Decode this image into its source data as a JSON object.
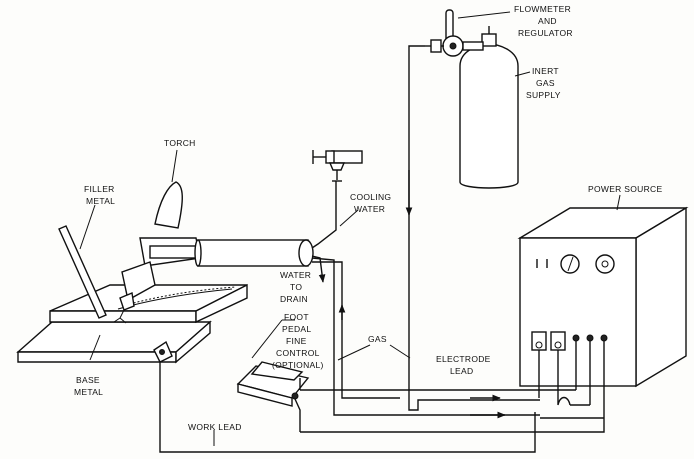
{
  "labels": {
    "torch": "TORCH",
    "filler_1": "FILLER",
    "filler_2": "METAL",
    "base_1": "BASE",
    "base_2": "METAL",
    "flowmeter_1": "FLOWMETER",
    "flowmeter_2": "AND",
    "flowmeter_3": "REGULATOR",
    "gas_supply_1": "INERT",
    "gas_supply_2": "GAS",
    "gas_supply_3": "SUPPLY",
    "cooling_1": "COOLING",
    "cooling_2": "WATER",
    "drain_1": "WATER",
    "drain_2": "TO",
    "drain_3": "DRAIN",
    "pedal_1": "FOOT",
    "pedal_2": "PEDAL",
    "pedal_3": "FINE",
    "pedal_4": "CONTROL",
    "pedal_5": "(OPTIONAL)",
    "gas": "GAS",
    "electrode_1": "ELECTRODE",
    "electrode_2": "LEAD",
    "power_source": "POWER SOURCE",
    "work_lead": "WORK LEAD"
  }
}
